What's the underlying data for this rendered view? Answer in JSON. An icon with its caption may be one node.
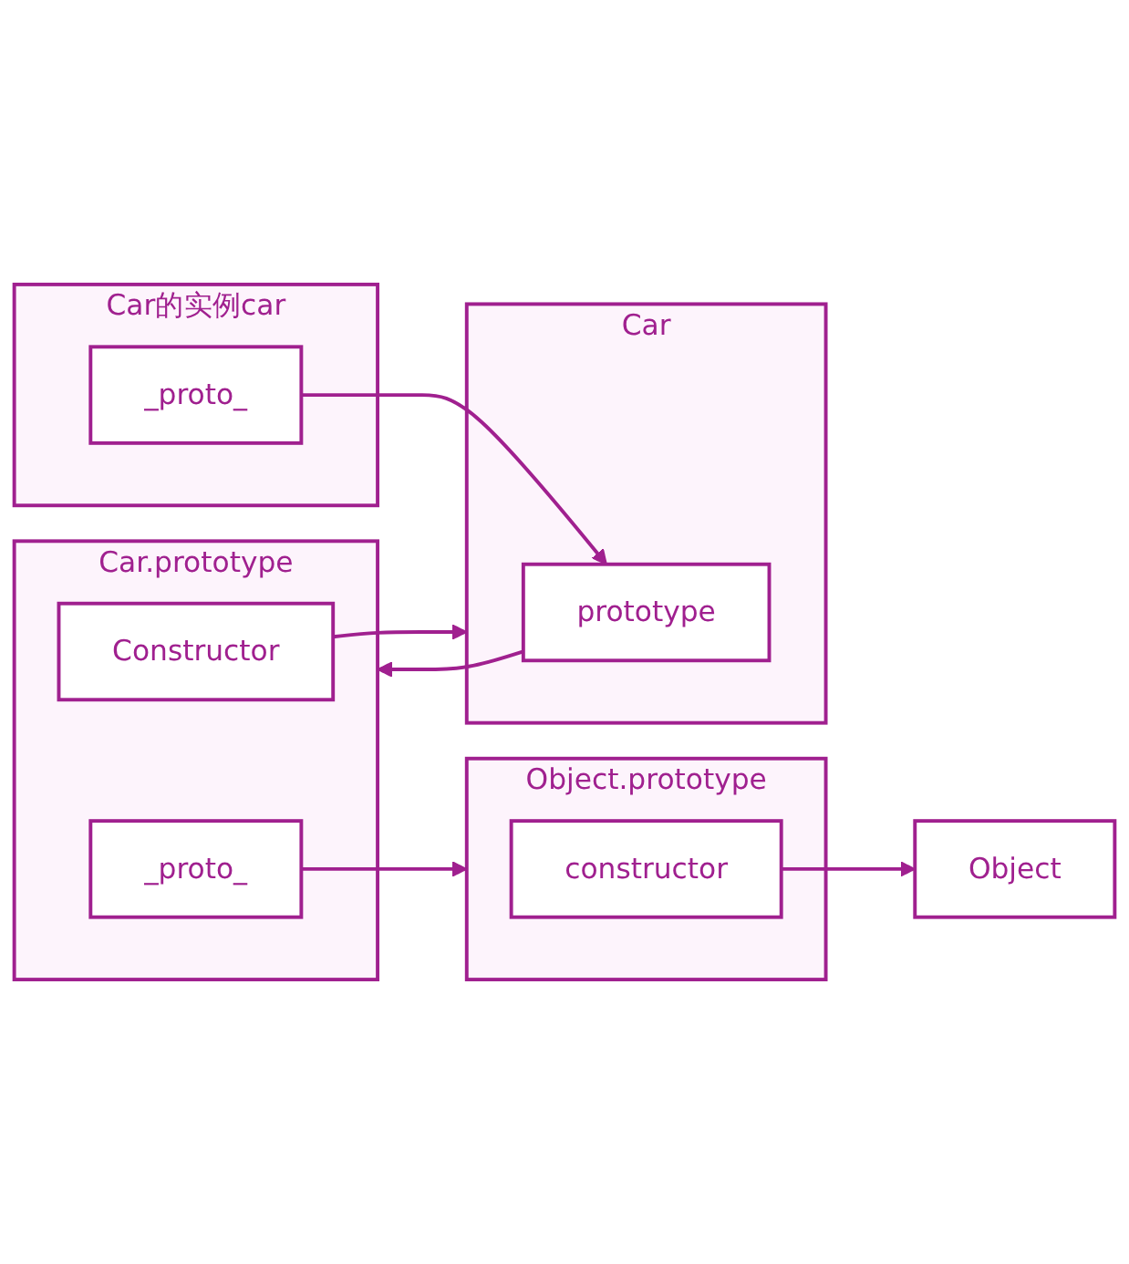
{
  "diagram": {
    "nodes": [
      {
        "text": [
          "Object.prototype"
        ]
      },
      {
        "text": [
          "constructor"
        ],
        "in": 0
      },
      {
        "text": [
          "Object"
        ]
      },
      {
        "text": [
          "Car.prototype"
        ]
      },
      {
        "text": [
          "Constructor"
        ],
        "in": 3
      },
      {
        "text": [
          "_proto_"
        ],
        "in": 3
      },
      {
        "text": [
          "Car"
        ]
      },
      {
        "text": [
          "prototype"
        ],
        "in": 6
      },
      {
        "text": [
          "Car的实例car"
        ]
      },
      {
        "text": [
          "_proto_"
        ],
        "in": 8
      }
    ],
    "edges": [
      {
        "from": 1,
        "to": 2,
        "arrow": "to"
      },
      {
        "from": 5,
        "to": 0,
        "arrow": "to"
      },
      {
        "from": 4,
        "to": 6,
        "arrow": "to"
      },
      {
        "from": 7,
        "to": 3,
        "arrow": "to"
      },
      {
        "from": 9,
        "to": 7,
        "arrow": "to"
      }
    ]
  }
}
